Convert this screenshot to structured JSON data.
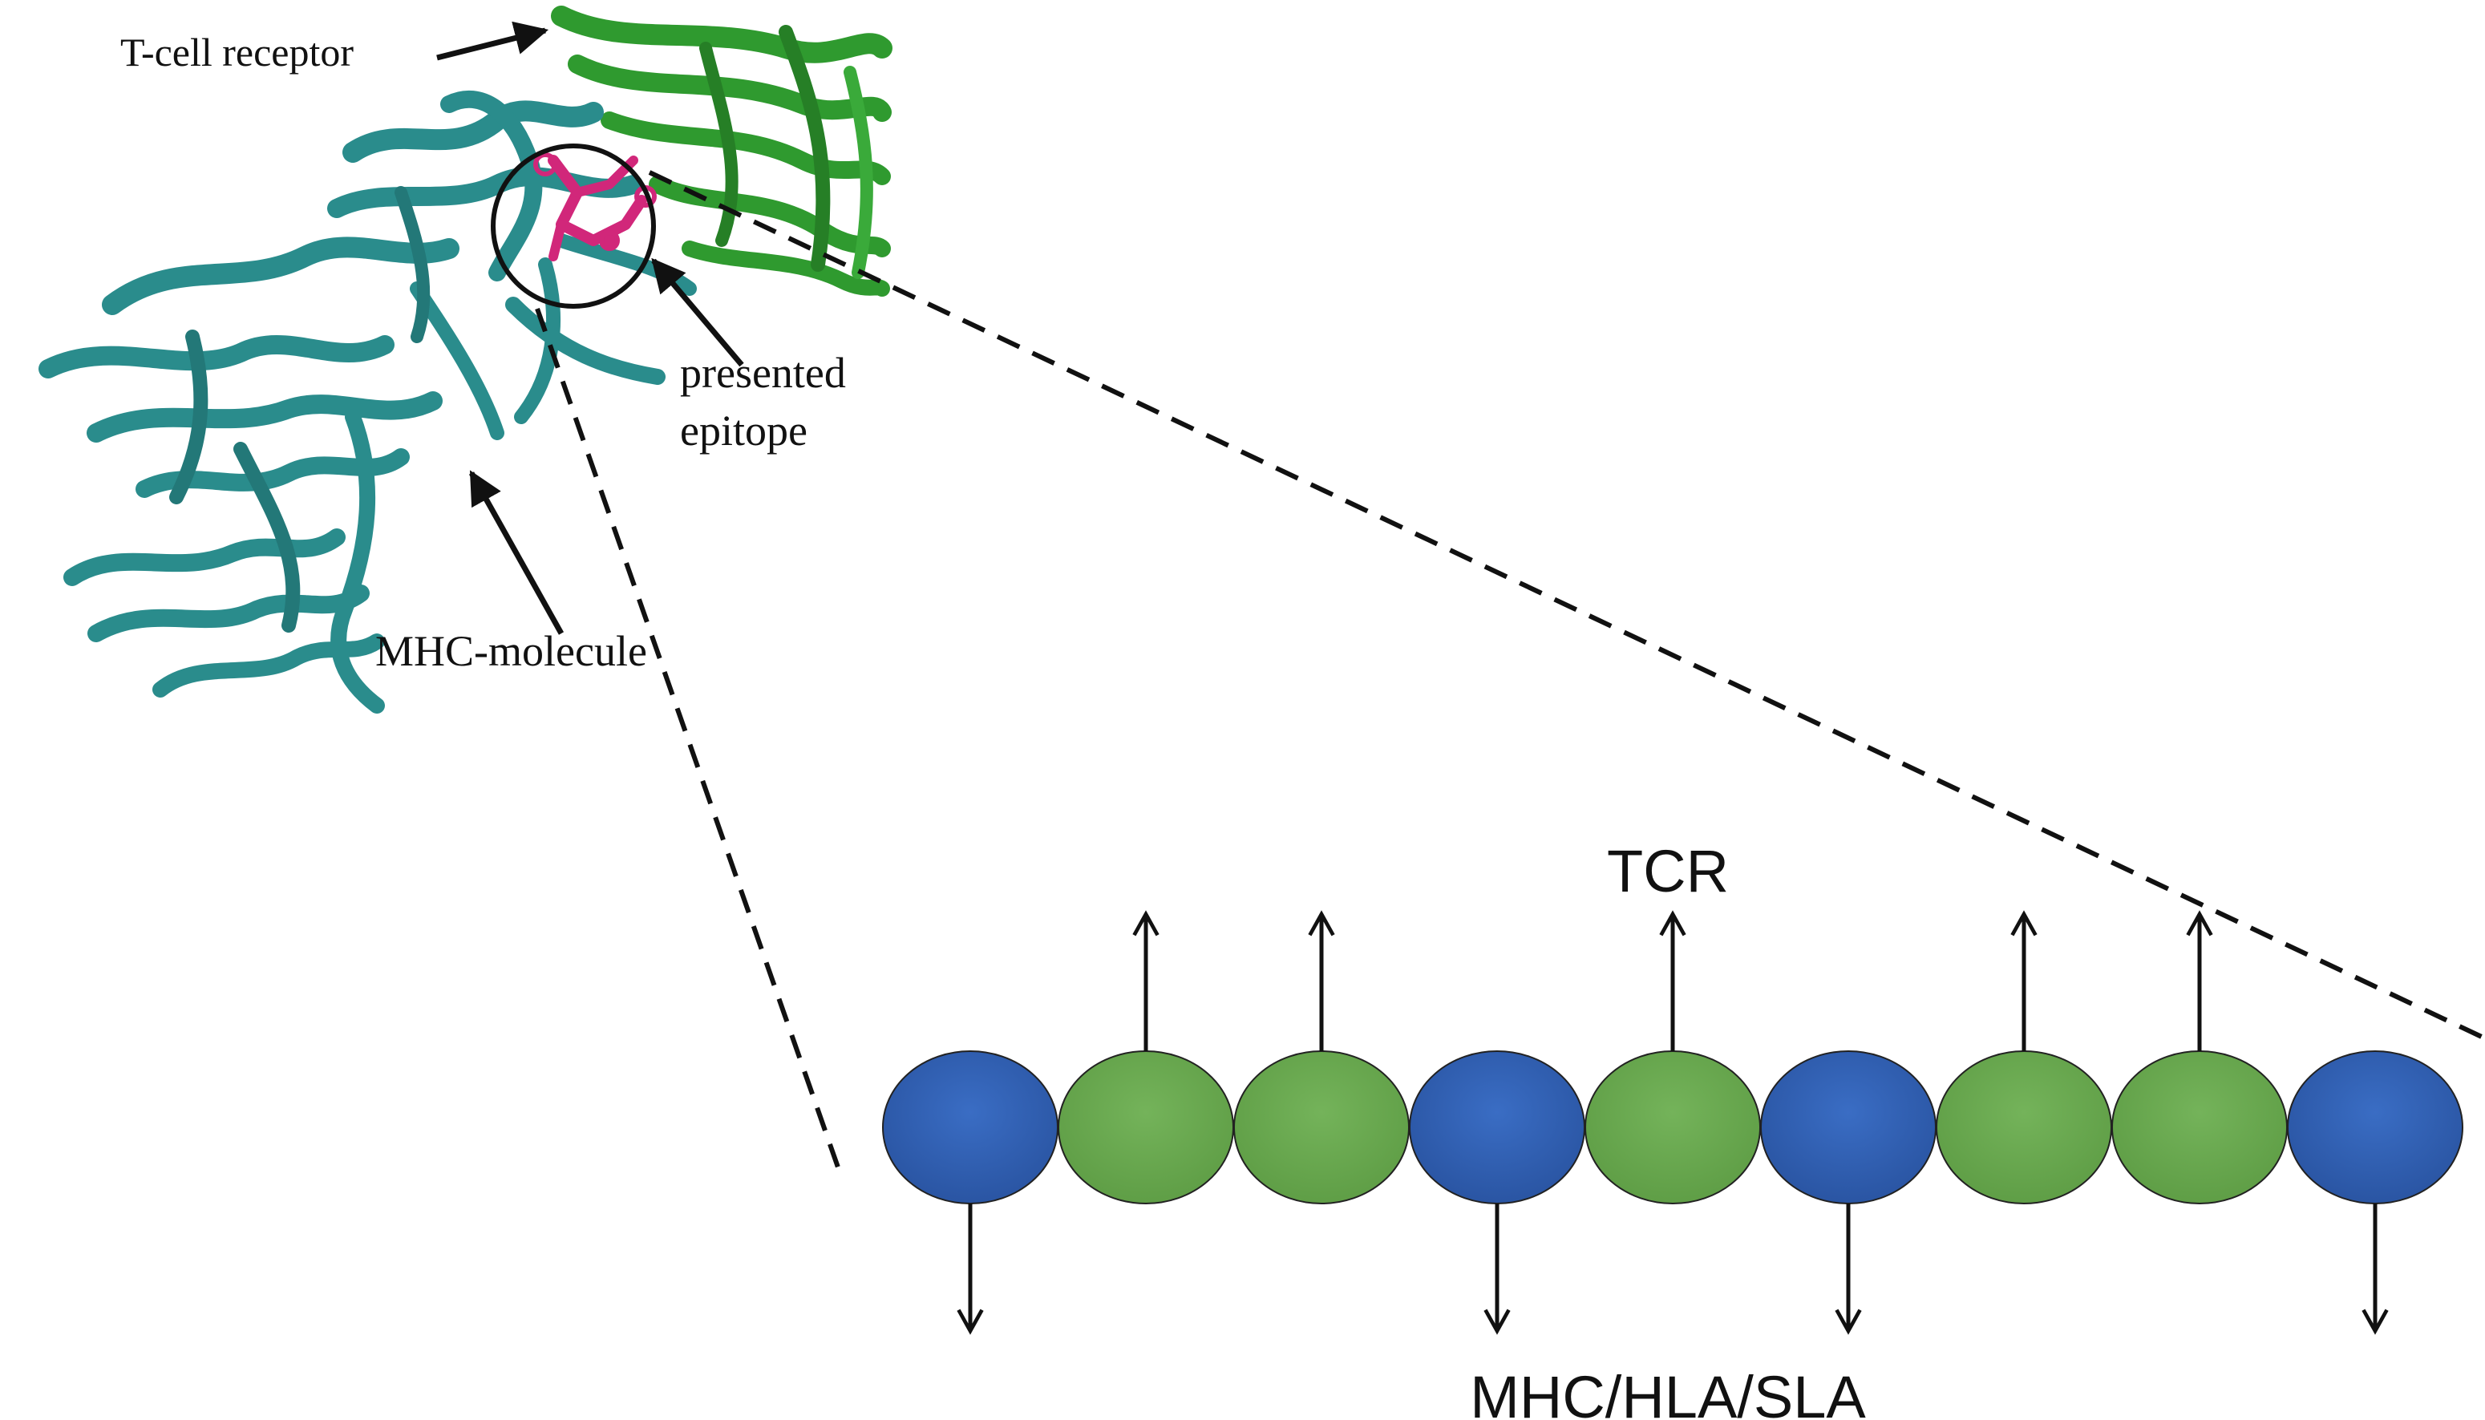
{
  "structure_labels": {
    "tcell_receptor": "T-cell receptor",
    "presented_epitope_line1": "presented",
    "presented_epitope_line2": "epitope",
    "mhc_molecule": "MHC-molecule"
  },
  "chain_labels": {
    "tcr": "TCR",
    "mhc": "MHC/HLA/SLA"
  },
  "chain": {
    "residues": [
      "mhc",
      "tcr",
      "tcr",
      "mhc",
      "tcr",
      "mhc",
      "tcr",
      "tcr",
      "mhc"
    ]
  },
  "colors": {
    "mhc_residue": "#2f5fb3",
    "tcr_residue": "#6aa84f",
    "mhc_ribbon": "#2a8c8c",
    "tcr_ribbon": "#2f9a2f",
    "epitope": "#d1277a"
  }
}
